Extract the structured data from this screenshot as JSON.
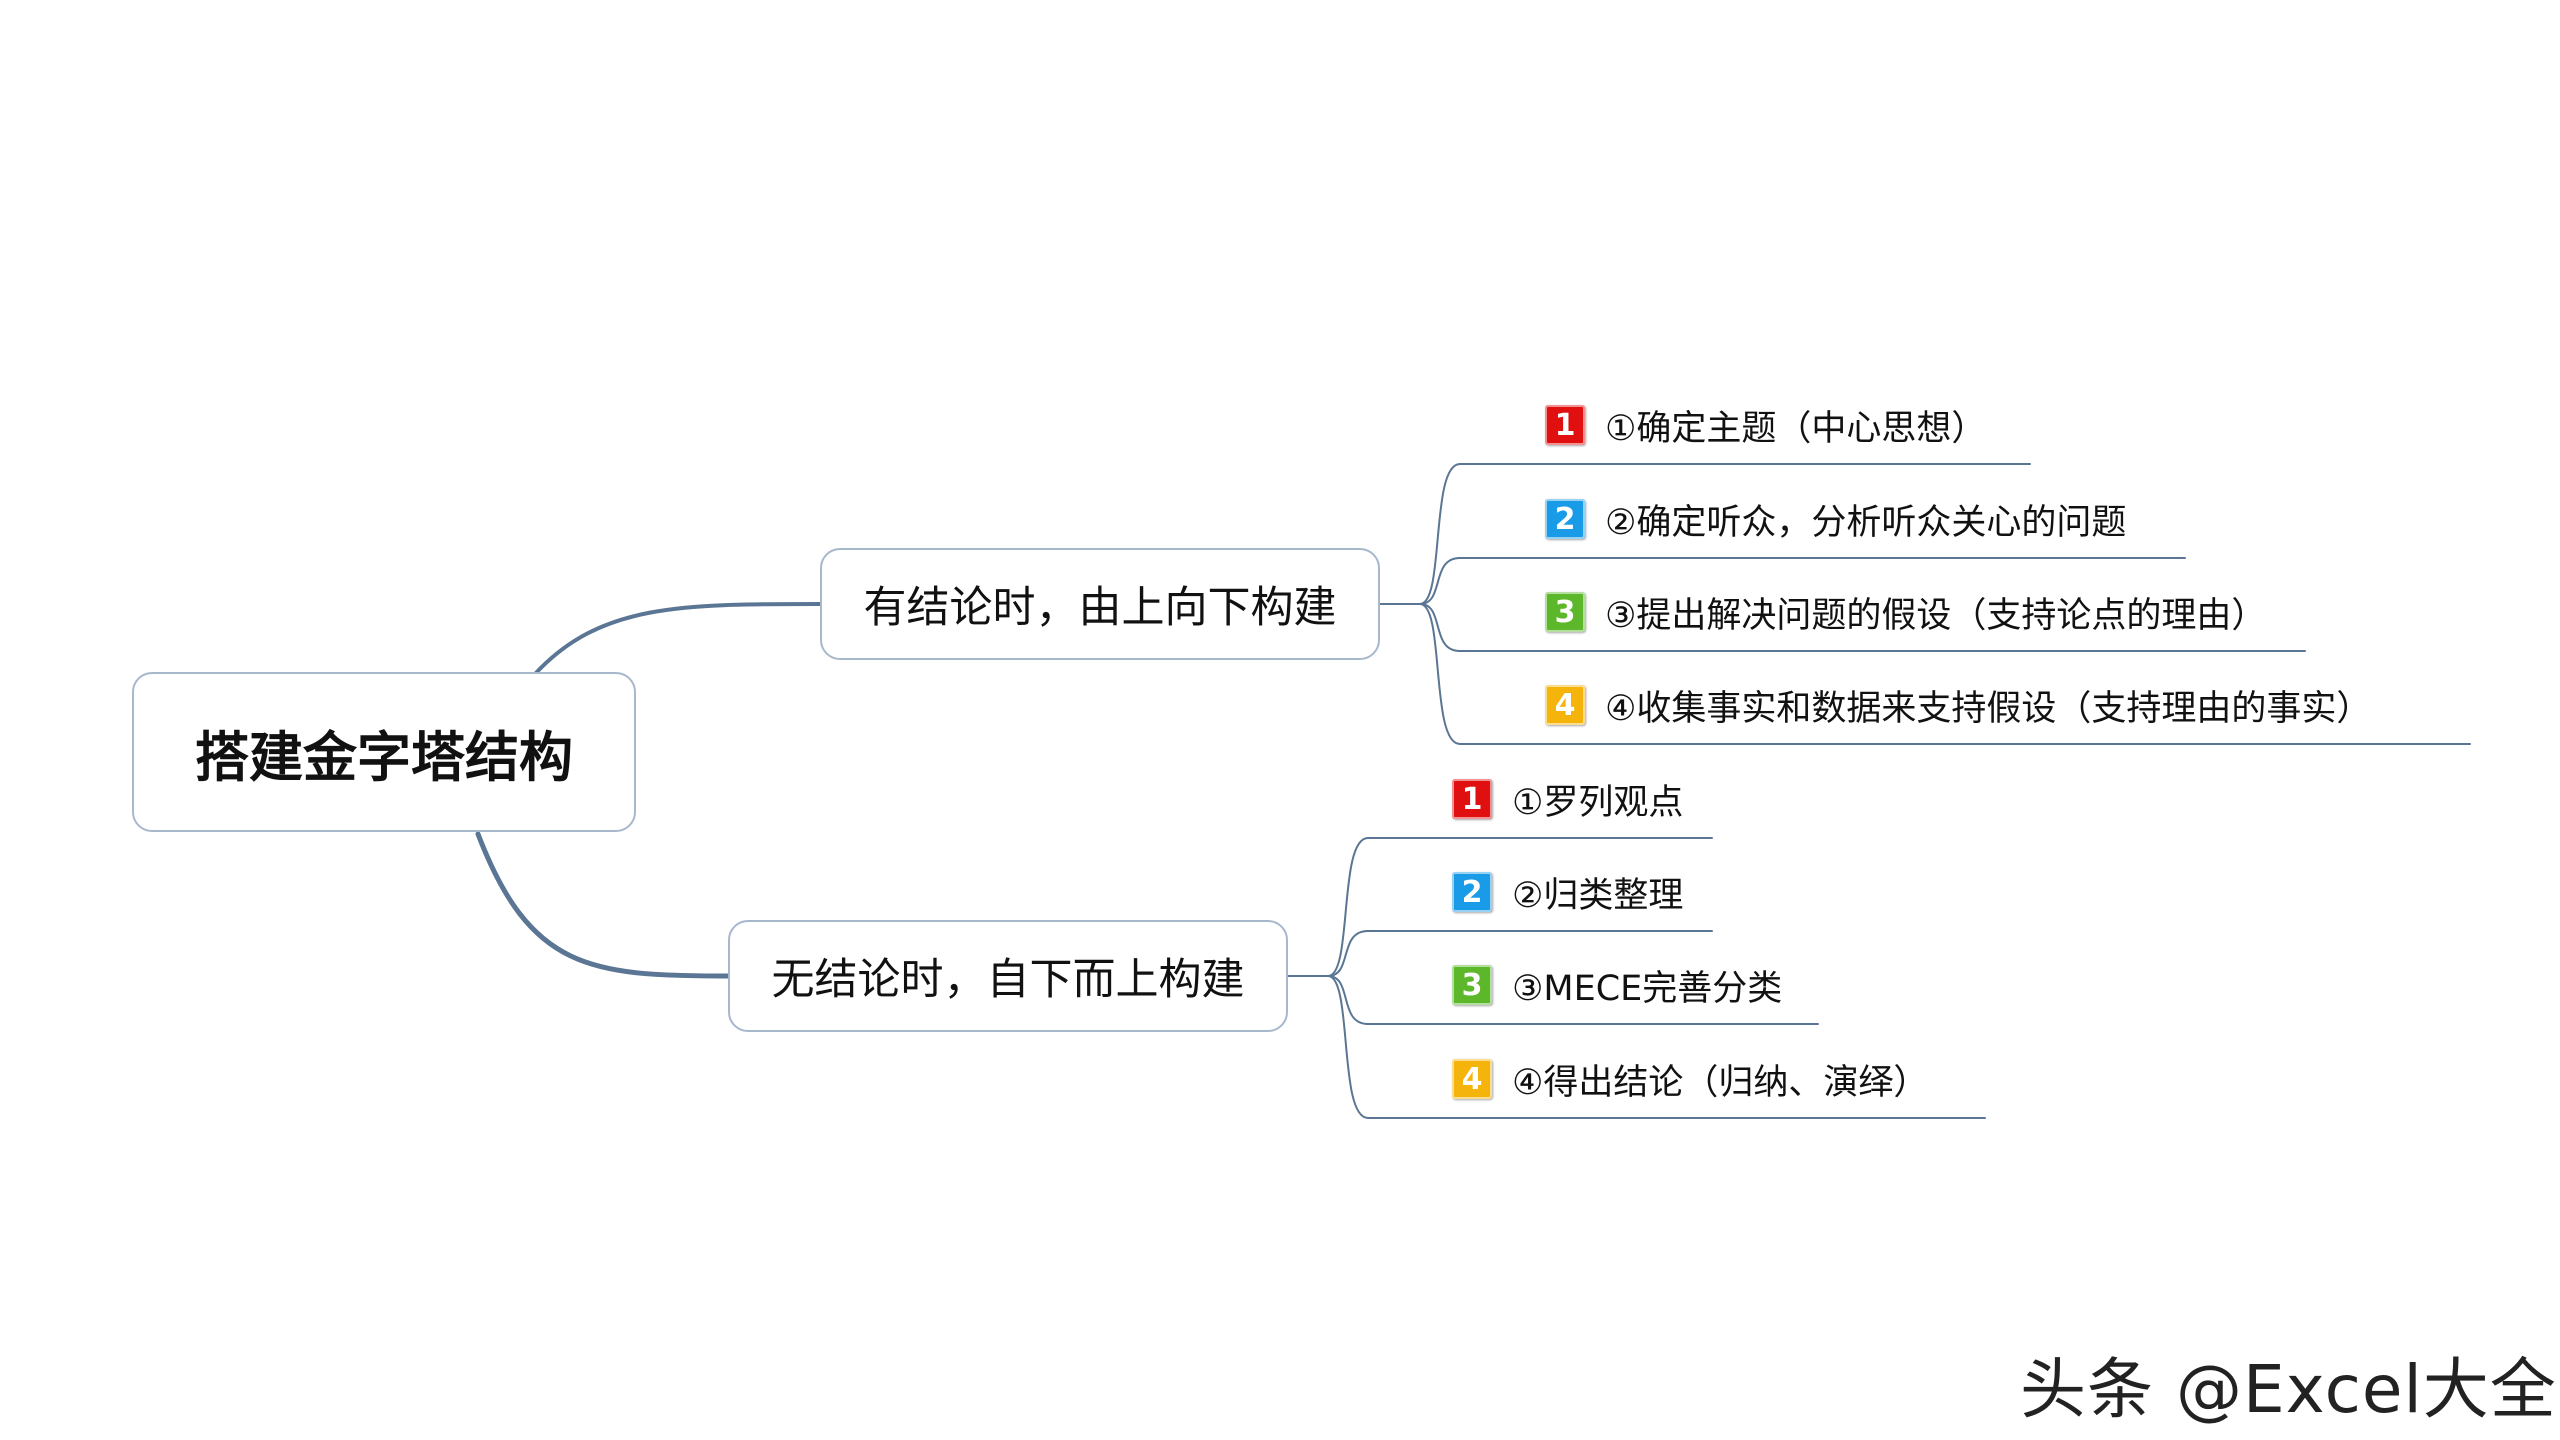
{
  "root": {
    "label": "搭建金字塔结构"
  },
  "branches": [
    {
      "label": "有结论时，由上向下构建",
      "leaves": [
        {
          "badge": "1",
          "text": "①确定主题（中心思想）"
        },
        {
          "badge": "2",
          "text": "②确定听众，分析听众关心的问题"
        },
        {
          "badge": "3",
          "text": "③提出解决问题的假设（支持论点的理由）"
        },
        {
          "badge": "4",
          "text": "④收集事实和数据来支持假设（支持理由的事实）"
        }
      ]
    },
    {
      "label": "无结论时，自下而上构建",
      "leaves": [
        {
          "badge": "1",
          "text": "①罗列观点"
        },
        {
          "badge": "2",
          "text": "②归类整理"
        },
        {
          "badge": "3",
          "text": "③MECE完善分类"
        },
        {
          "badge": "4",
          "text": "④得出结论（归纳、演绎）"
        }
      ]
    }
  ],
  "badge_colors": {
    "1": "#e01010",
    "2": "#1a9be8",
    "3": "#5cb82a",
    "4": "#f4b40c"
  },
  "link_color": "#5a7694",
  "watermark": "头条 @Excel大全"
}
